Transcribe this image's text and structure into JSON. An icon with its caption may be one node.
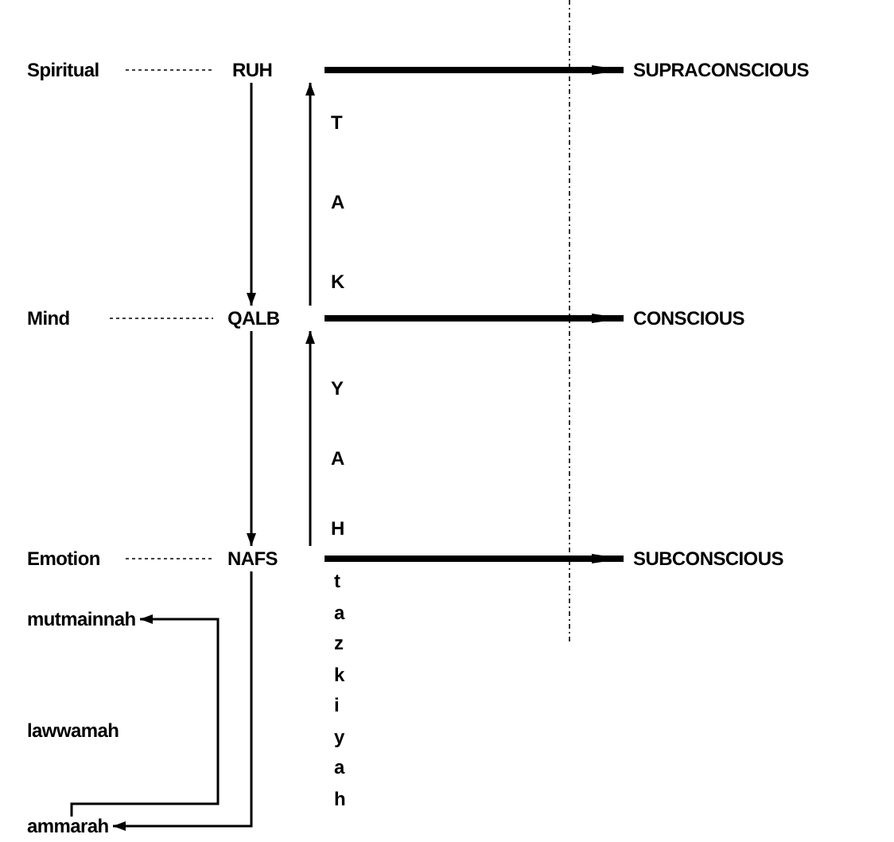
{
  "diagram": {
    "nodes": [
      {
        "text": [
          "Spiritual"
        ]
      },
      {
        "text": [
          "RUH"
        ]
      },
      {
        "text": [
          "SUPRACONSCIOUS"
        ]
      },
      {
        "text": [
          "Mind"
        ]
      },
      {
        "text": [
          "QALB"
        ]
      },
      {
        "text": [
          "CONSCIOUS"
        ]
      },
      {
        "text": [
          "Emotion"
        ]
      },
      {
        "text": [
          "NAFS"
        ]
      },
      {
        "text": [
          "SUBCONSCIOUS"
        ]
      },
      {
        "text": [
          "mutmainnah"
        ]
      },
      {
        "text": [
          "lawwamah"
        ]
      },
      {
        "text": [
          "ammarah"
        ]
      }
    ],
    "edges": [
      {
        "from": 0,
        "to": 1,
        "arrow": "none",
        "style": "dashed"
      },
      {
        "from": 3,
        "to": 4,
        "arrow": "none",
        "style": "dashed"
      },
      {
        "from": 6,
        "to": 7,
        "arrow": "none",
        "style": "dashed"
      },
      {
        "from": 1,
        "to": 2,
        "arrow": "to",
        "style": "thick"
      },
      {
        "from": 4,
        "to": 5,
        "arrow": "to",
        "style": "thick"
      },
      {
        "from": 7,
        "to": 8,
        "arrow": "to",
        "style": "thick"
      },
      {
        "from": 1,
        "to": 4,
        "arrow": "to"
      },
      {
        "from": 4,
        "to": 1,
        "arrow": "to"
      },
      {
        "from": 4,
        "to": 7,
        "arrow": "to"
      },
      {
        "from": 7,
        "to": 4,
        "arrow": "to"
      },
      {
        "from": 7,
        "to": 11,
        "arrow": "to"
      },
      {
        "from": 11,
        "to": 9,
        "arrow": "to"
      }
    ],
    "labels": [
      "TAK",
      "YAH",
      "tazkiyah"
    ]
  }
}
